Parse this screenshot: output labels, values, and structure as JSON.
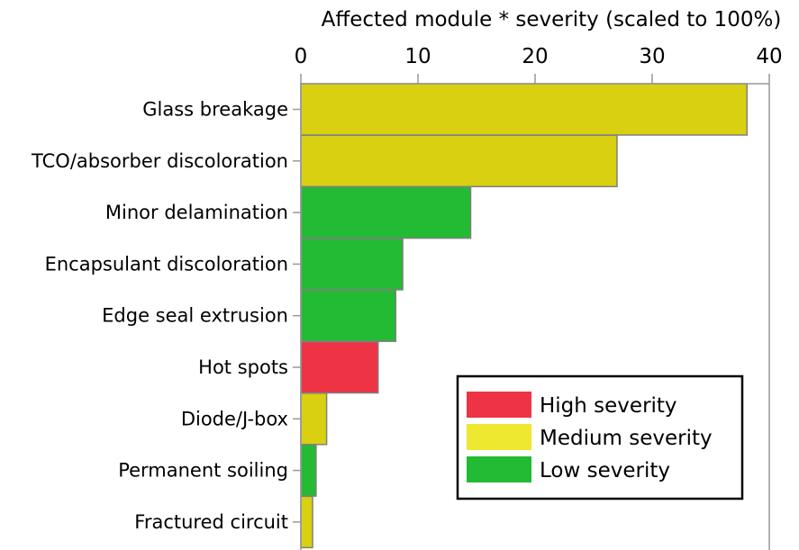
{
  "chart_data": {
    "type": "bar",
    "orientation": "horizontal",
    "xlabel": "Affected module * severity (scaled to 100%)",
    "xlim": [
      0,
      40
    ],
    "xticks": [
      0,
      10,
      20,
      30,
      40
    ],
    "xticks_label": [
      "0",
      "10",
      "20",
      "30",
      "40"
    ],
    "axis_position": "top",
    "grid": false,
    "categories": [
      "Glass breakage",
      "TCO/absorber discoloration",
      "Minor delamination",
      "Encapsulant discoloration",
      "Edge seal extrusion",
      "Hot spots",
      "Diode/J-box",
      "Permanent soiling",
      "Fractured circuit"
    ],
    "values": [
      38.1,
      27.0,
      14.5,
      8.7,
      8.1,
      6.6,
      2.2,
      1.3,
      1.0
    ],
    "severity": [
      "medium",
      "medium",
      "low",
      "low",
      "low",
      "high",
      "medium",
      "low",
      "medium"
    ],
    "legend": {
      "placement": "lower-right",
      "entries": [
        {
          "key": "high",
          "label": "High severity",
          "color": "#ee3344"
        },
        {
          "key": "medium",
          "label": "Medium severity",
          "color": "#eee830"
        },
        {
          "key": "low",
          "label": "Low severity",
          "color": "#22bb33"
        }
      ]
    },
    "bar_colors": {
      "high": "#ee3344",
      "medium": "#d8d010",
      "low": "#22bb33"
    }
  }
}
